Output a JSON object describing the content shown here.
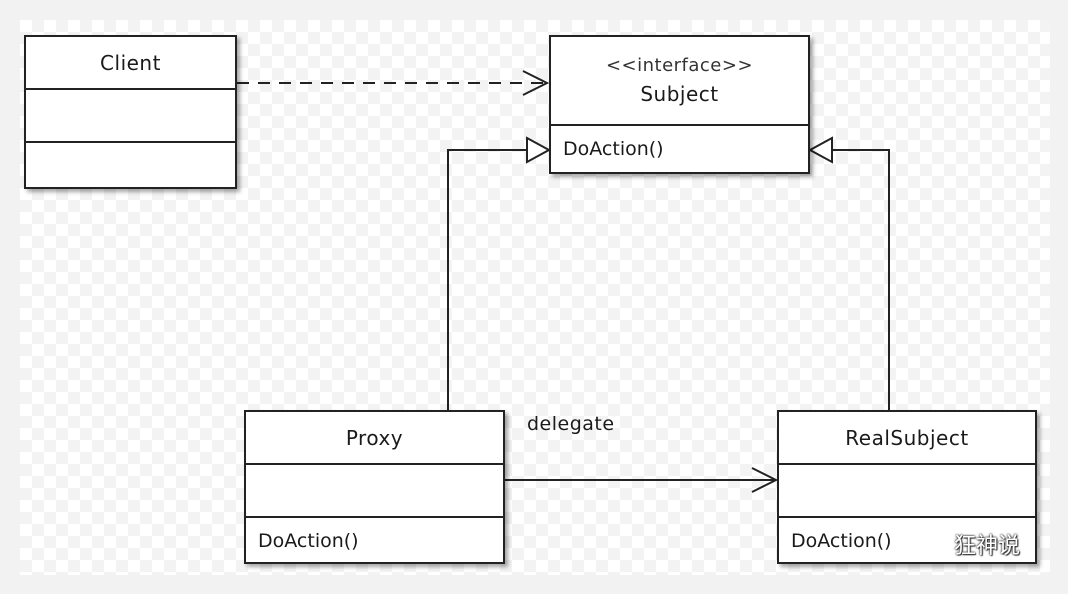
{
  "diagram": {
    "classes": {
      "client": {
        "name": "Client"
      },
      "subject": {
        "stereotype": "<<interface>>",
        "name": "Subject",
        "operation": "DoAction()"
      },
      "proxy": {
        "name": "Proxy",
        "operation": "DoAction()"
      },
      "real_subject": {
        "name": "RealSubject",
        "operation": "DoAction()"
      }
    },
    "relations": {
      "delegate_label": "delegate"
    }
  },
  "watermark": {
    "text": "狂神说",
    "icon": "wechat-icon"
  }
}
